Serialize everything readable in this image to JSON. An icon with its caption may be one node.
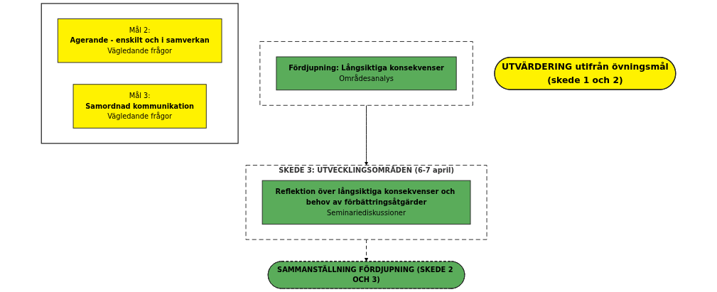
{
  "diagram": {
    "nodes": [
      {
        "text": [],
        "shape": "box"
      },
      {
        "text": [
          "Fördjupning: Långsiktiga konsekvenser",
          "Områdesanalys"
        ],
        "in": 0
      },
      {
        "text": [],
        "shape": "box"
      },
      {
        "text": [
          "Mål 2:",
          "Agerande - enskilt och i samverkan",
          "Vägledande frågor"
        ],
        "in": 2
      },
      {
        "text": [
          "Mål 3:",
          "Samordnad kommunikation",
          "Vägledande frågor"
        ],
        "in": 2
      },
      {
        "text": [
          "UTVÄRDERING utifrån övningsmål",
          "(skede 1 och 2)"
        ]
      },
      {
        "text": [
          "SKEDE 3: UTVECKLINGSOMRÅDEN (6-7 april)"
        ]
      },
      {
        "text": [
          "Reflektion över långsiktiga konsekvenser och behov av förbättringsåtgärder",
          "Seminariediskussioner"
        ],
        "in": 6
      },
      {
        "text": [
          "SAMMANSTÄLLNING FÖRDJUPNING (SKEDE 2 OCH 3)"
        ]
      }
    ],
    "edges": [
      {
        "from": 0,
        "to": 6,
        "arrow": "to"
      },
      {
        "from": 6,
        "to": 8,
        "arrow": "to",
        "style": "dashed"
      }
    ]
  }
}
